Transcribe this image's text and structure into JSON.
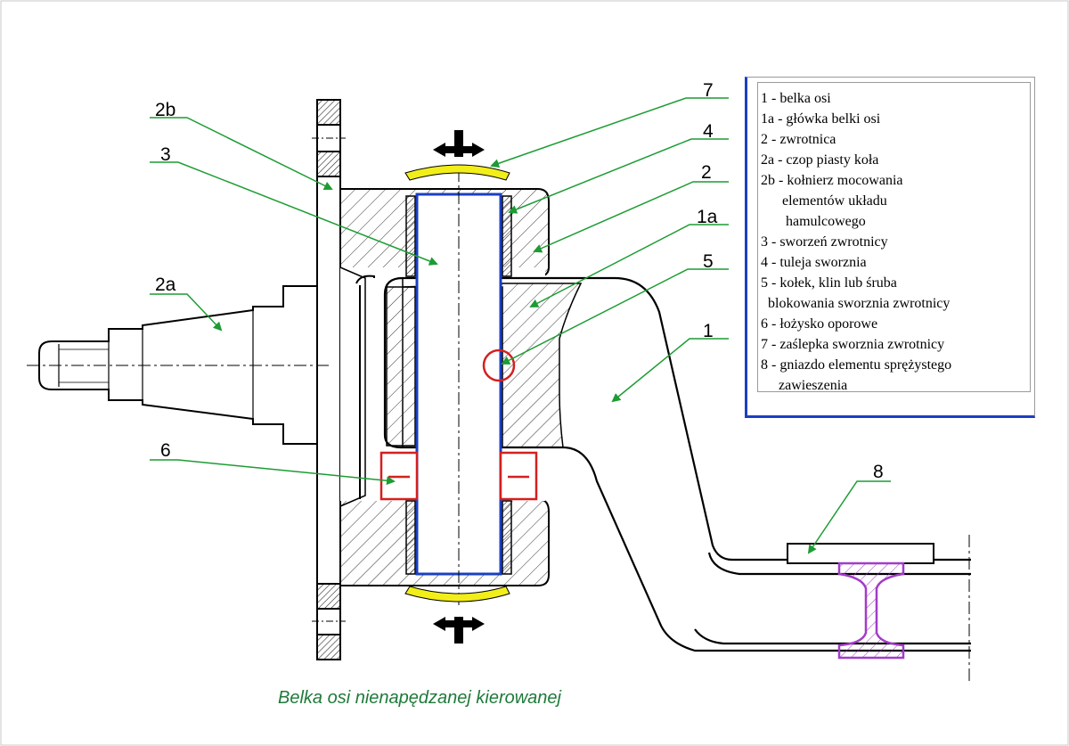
{
  "caption": "Belka osi nienapędzanej kierowanej",
  "legend": [
    "1 - belka osi",
    "1a - główka belki osi",
    "2 - zwrotnica",
    "2a - czop piasty koła",
    "2b - kołnierz mocowania",
    "      elementów układu",
    "       hamulcowego",
    "3 - sworzeń zwrotnicy",
    "4 - tuleja sworznia",
    "5 - kołek, klin lub śruba",
    "  blokowania sworznia zwrotnicy",
    "6 - łożysko oporowe",
    "7 - zaślepka sworznia zwrotnicy",
    "8 - gniazdo elementu sprężystego",
    "     zawieszenia"
  ],
  "callouts": [
    "7",
    "4",
    "2",
    "1a",
    "5",
    "1",
    "2b",
    "3",
    "2a",
    "6",
    "8"
  ],
  "colors": {
    "leader": "#1c9c33",
    "outline": "#000000",
    "pin": "#1b3fc2",
    "bearing": "#d42020",
    "cap": "#f2ee1a",
    "socket": "#a23cc8",
    "caption": "#1f7a3a"
  },
  "icons": [
    "rotation-arrow-top-icon",
    "rotation-arrow-bottom-icon"
  ]
}
